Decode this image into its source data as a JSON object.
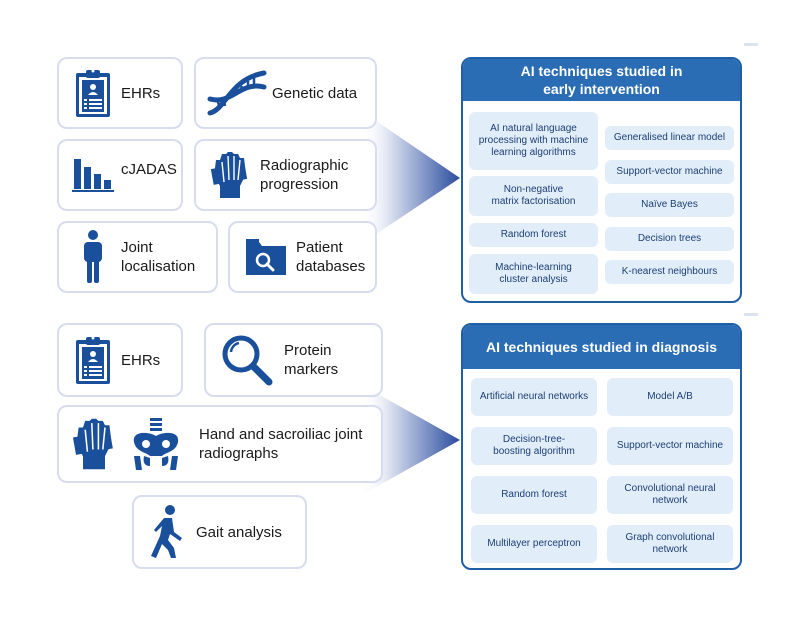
{
  "colors": {
    "icon_blue": "#1a4f9c",
    "panel_header": "#2a6db5",
    "panel_border": "#1f5fa8",
    "chip_bg": "#e2edfa",
    "chip_text": "#1c3f73",
    "card_border": "#d8dcef"
  },
  "early_intervention": {
    "inputs": [
      {
        "icon": "clipboard-icon",
        "label": "EHRs"
      },
      {
        "icon": "dna-icon",
        "label": "Genetic data"
      },
      {
        "icon": "bar-chart-icon",
        "label": "cJADAS"
      },
      {
        "icon": "hand-xray-icon",
        "label": "Radiographic\nprogression"
      },
      {
        "icon": "person-icon",
        "label": "Joint\nlocalisation"
      },
      {
        "icon": "folder-search-icon",
        "label": "Patient\ndatabases"
      }
    ],
    "panel": {
      "title": "AI techniques studied in\nearly intervention",
      "left_items": [
        "AI natural language\nprocessing with machine\nlearning algorithms",
        "Non-negative\nmatrix factorisation",
        "Random forest",
        "Machine-learning\ncluster analysis"
      ],
      "right_items": [
        "Generalised linear model",
        "Support-vector machine",
        "Naïve Bayes",
        "Decision trees",
        "K-nearest neighbours"
      ]
    }
  },
  "diagnosis": {
    "inputs": [
      {
        "icon": "clipboard-icon",
        "label": "EHRs"
      },
      {
        "icon": "magnifier-icon",
        "label": "Protein\nmarkers"
      },
      {
        "icon": "hand-pelvis-xray-icon",
        "label": "Hand and sacroiliac joint\nradiographs"
      },
      {
        "icon": "walking-person-icon",
        "label": "Gait analysis"
      }
    ],
    "panel": {
      "title": "AI techniques studied in diagnosis",
      "left_items": [
        "Artificial neural networks",
        "Decision-tree-\nboosting algorithm",
        "Random forest",
        "Multilayer perceptron"
      ],
      "right_items": [
        "Model A/B",
        "Support-vector machine",
        "Convolutional neural\nnetwork",
        "Graph convolutional\nnetwork"
      ]
    }
  }
}
